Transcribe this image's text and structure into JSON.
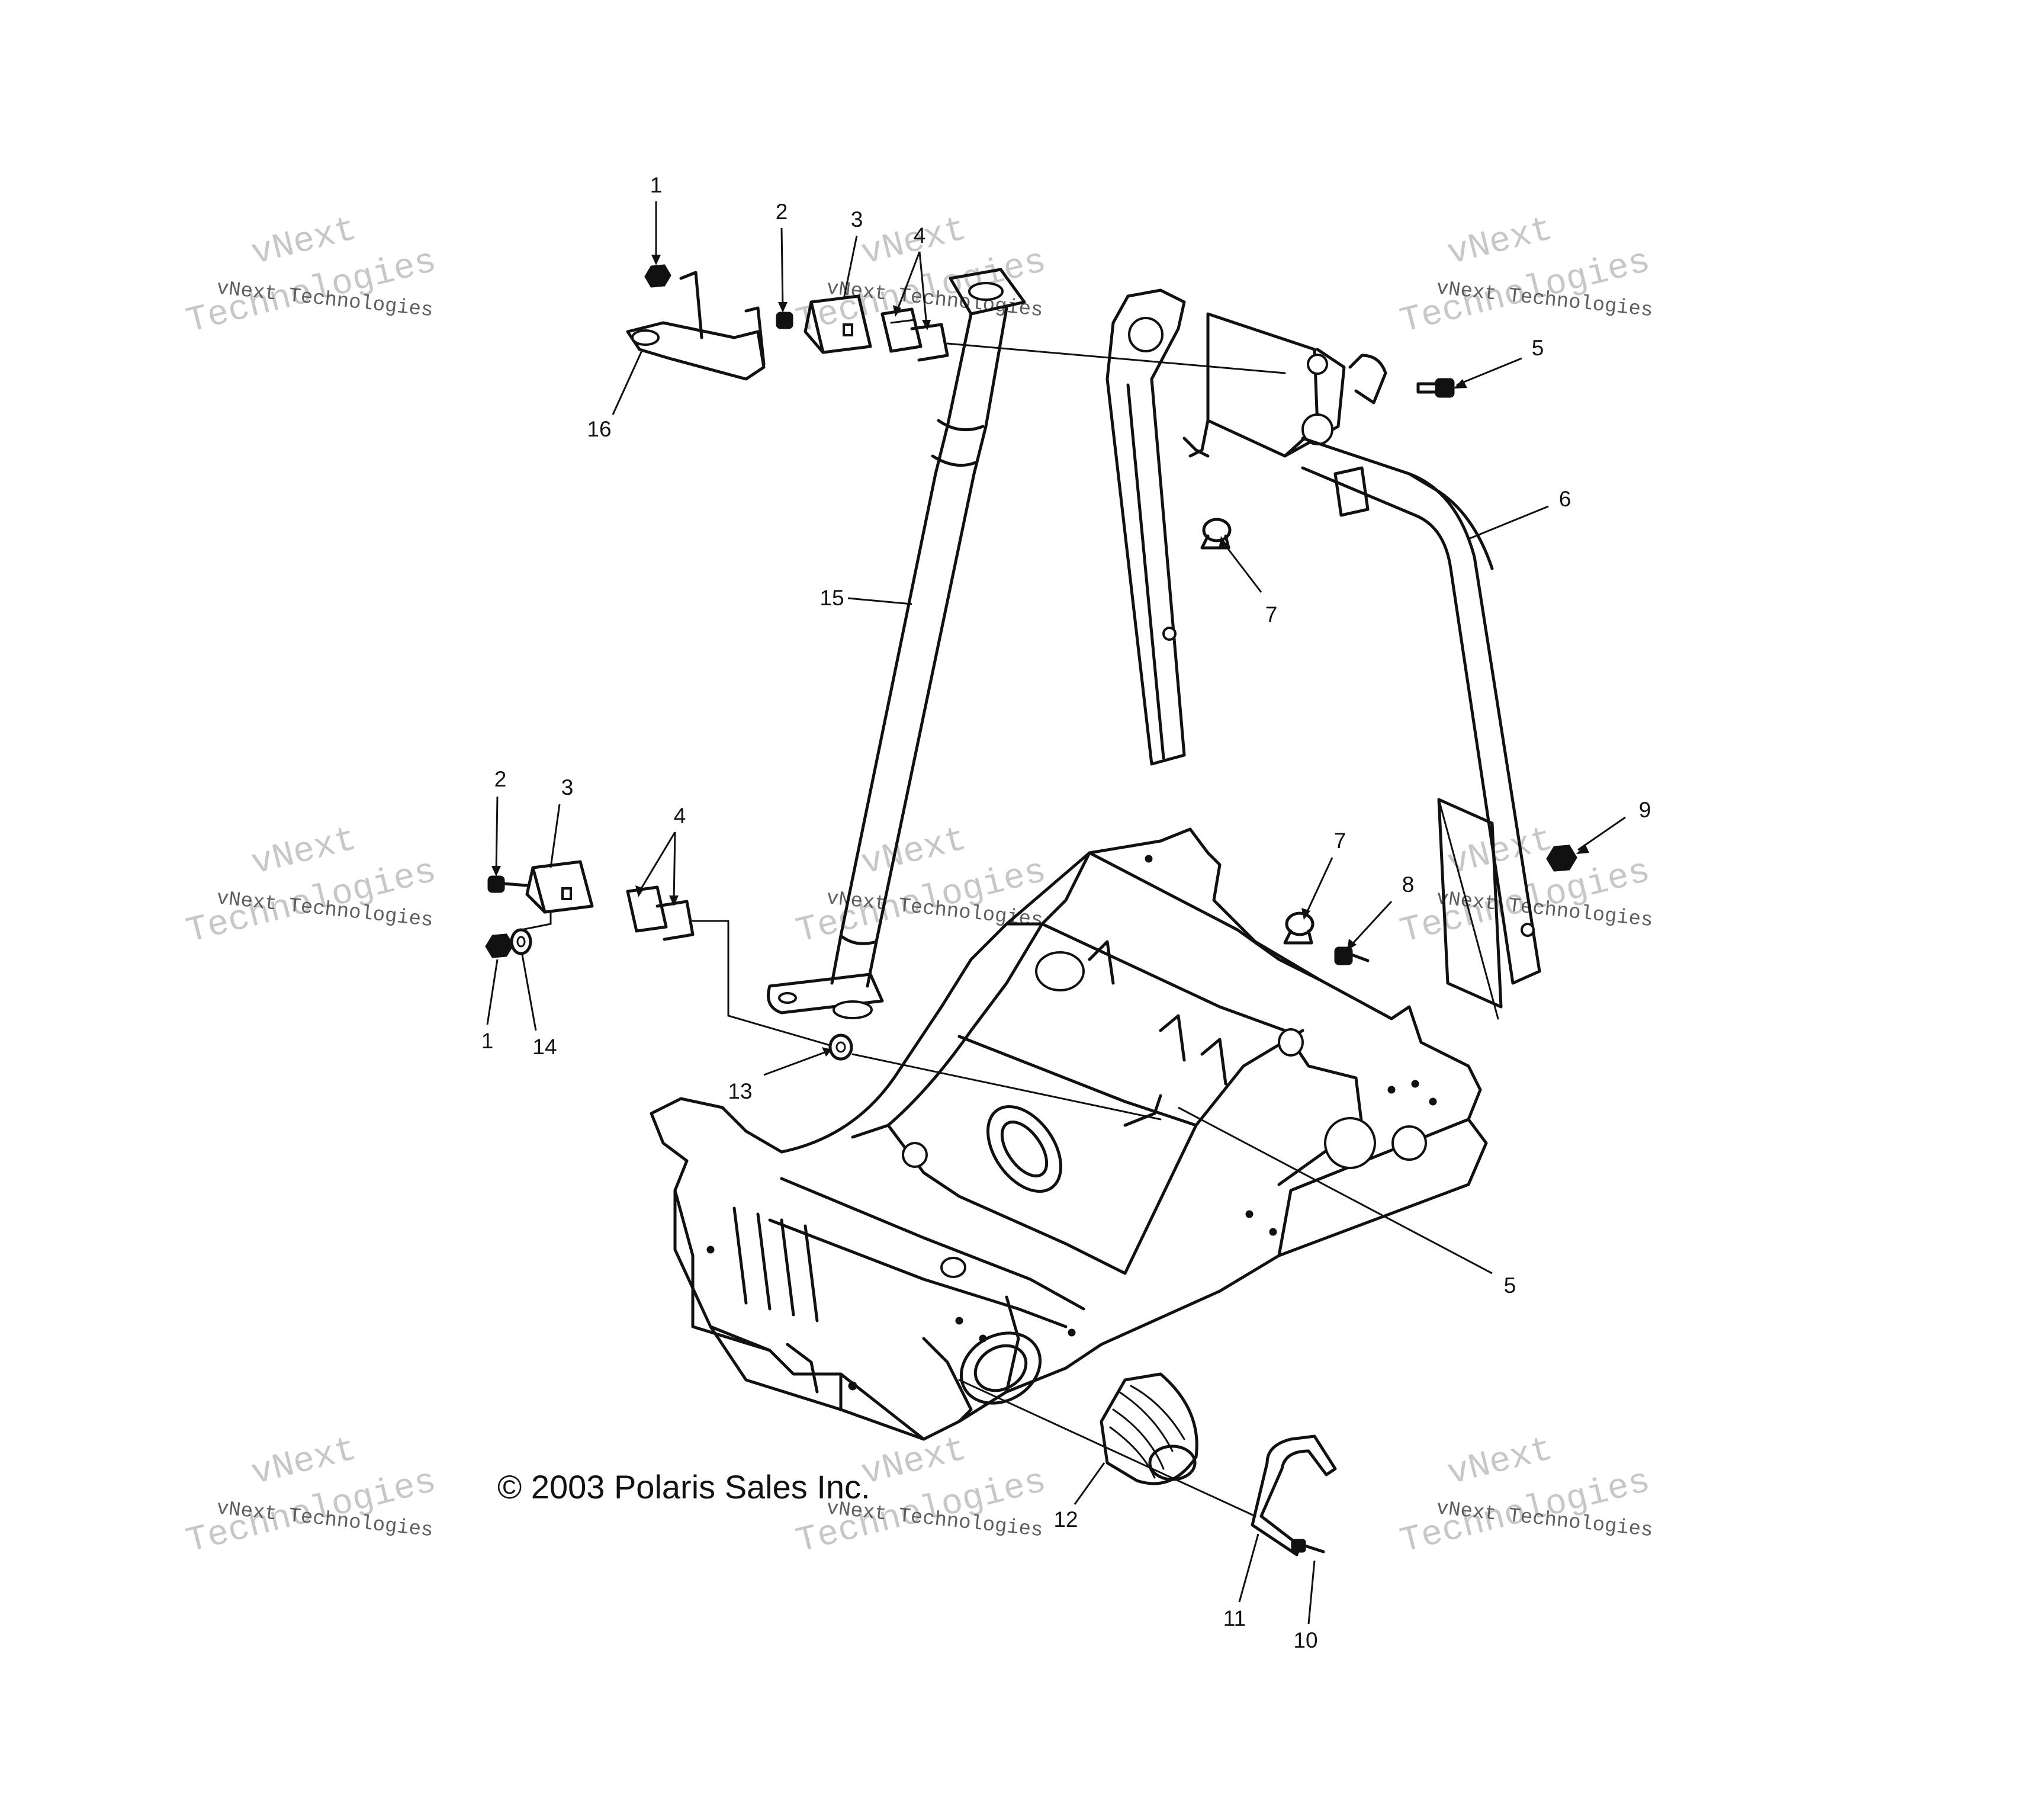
{
  "copyright": "© 2003 Polaris Sales Inc.",
  "watermark": {
    "brand": "vNext",
    "word": "Technologies",
    "full": "vNext Technologies"
  },
  "callouts": {
    "c1_top": "1",
    "c2_top": "2",
    "c3_top": "3",
    "c4_top": "4",
    "c5_top": "5",
    "c6": "6",
    "c7_top": "7",
    "c15": "15",
    "c16": "16",
    "c2_left": "2",
    "c3_left": "3",
    "c4_left": "4",
    "c1_left": "1",
    "c14": "14",
    "c13": "13",
    "c7_mid": "7",
    "c8": "8",
    "c9": "9",
    "c5_bottom": "5",
    "c12": "12",
    "c11": "11",
    "c10": "10"
  }
}
